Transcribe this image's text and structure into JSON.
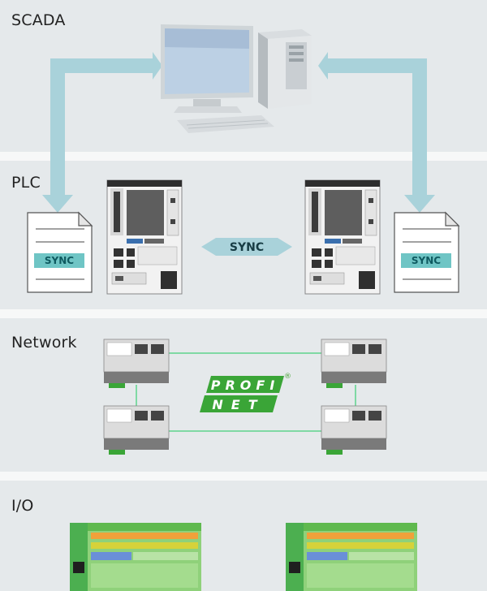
{
  "layers": {
    "scada": "SCADA",
    "plc": "PLC",
    "network": "Network",
    "io": "I/O"
  },
  "plc": {
    "sync_center": "SYNC",
    "doc_left_label": "SYNC",
    "doc_right_label": "SYNC"
  },
  "network": {
    "logo_top": "PROFI",
    "logo_bottom": "NET",
    "logo_mark": "®"
  },
  "colors": {
    "arrow": "#a9d2da",
    "sync_box": "#6fc5c5",
    "profinet_green": "#3aa537",
    "net_line": "#7fd9a4"
  }
}
